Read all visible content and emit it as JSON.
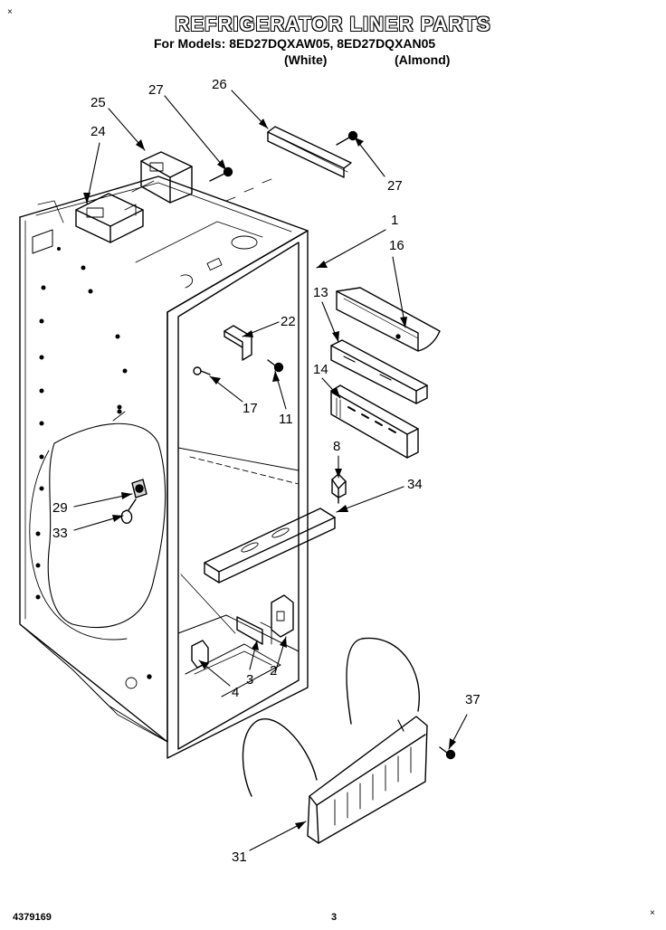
{
  "header": {
    "title": "REFRIGERATOR LINER PARTS",
    "models_line": "For Models: 8ED27DQXAW05, 8ED27DQXAN05",
    "variant_white": "(White)",
    "variant_almond": "(Almond)"
  },
  "callouts": [
    "25",
    "27",
    "26",
    "24",
    "27",
    "1",
    "16",
    "13",
    "22",
    "14",
    "17",
    "11",
    "8",
    "34",
    "29",
    "33",
    "4",
    "3",
    "2",
    "37",
    "31"
  ],
  "footer": {
    "doc_number": "4379169",
    "page_number": "3"
  },
  "corner_marks": {
    "top_left": "×",
    "bottom_right": "×"
  }
}
